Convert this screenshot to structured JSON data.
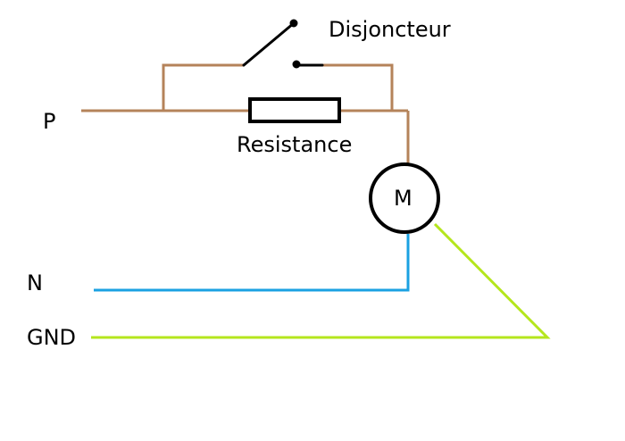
{
  "labels": {
    "phase": "P",
    "neutral": "N",
    "ground": "GND",
    "breaker": "Disjoncteur",
    "resistor": "Resistance",
    "motor": "M"
  },
  "colors": {
    "phase_wire": "#b5835a",
    "neutral_wire": "#1ba1e2",
    "ground_wire": "#b5e61d",
    "component": "#000000",
    "background": "#ffffff"
  }
}
